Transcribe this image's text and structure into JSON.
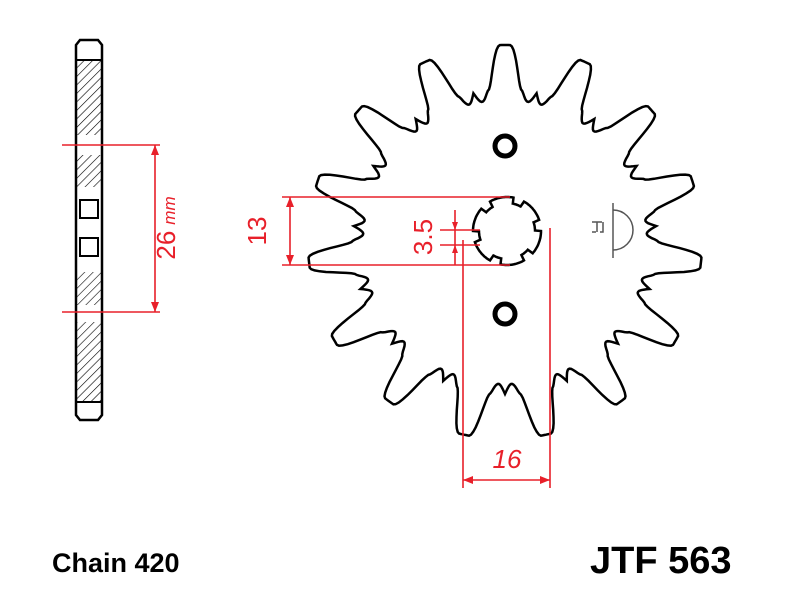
{
  "title": "JTF 563",
  "chain": "Chain 420",
  "dimensions": {
    "pitch_diameter": "26",
    "pitch_unit": "mm",
    "spline_height": "13",
    "spline_tooth": "3.5",
    "bore_width": "16"
  },
  "teeth": 15,
  "colors": {
    "outline": "#000000",
    "dimension": "#e8202a"
  }
}
